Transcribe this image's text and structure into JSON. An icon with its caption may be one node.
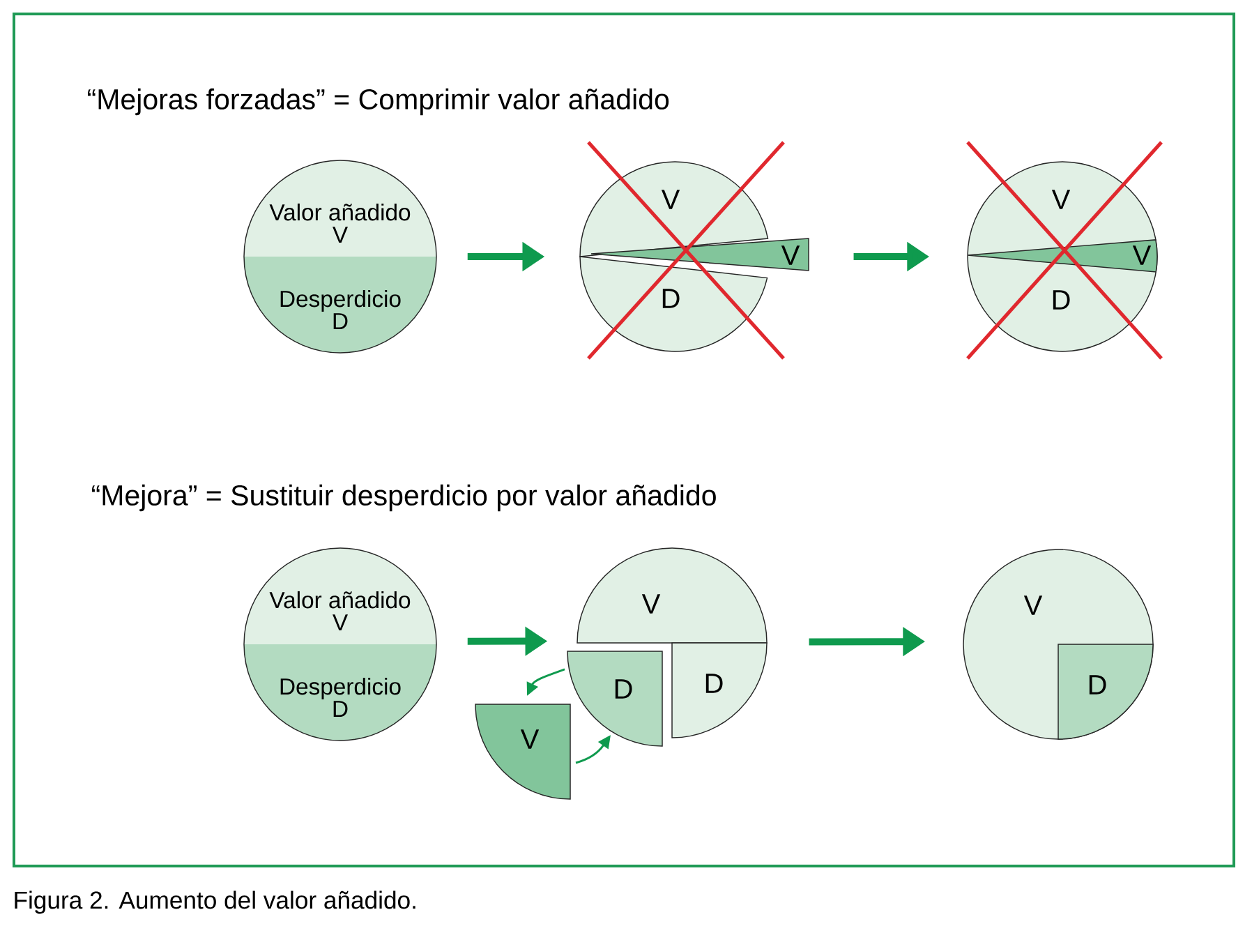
{
  "diagram": {
    "caption": "Figura 2. Aumento del valor añadido.",
    "nodes": [
      {
        "text": [
          "Valor añadido V",
          "Desperdicio D"
        ]
      },
      {
        "text": [
          "V",
          "V",
          "D"
        ]
      },
      {
        "text": [
          "V",
          "V",
          "D"
        ]
      },
      {
        "text": [
          "Valor añadido V",
          "Desperdicio D"
        ]
      },
      {
        "text": [
          "V"
        ]
      },
      {
        "text": [
          "D"
        ]
      },
      {
        "text": [
          "D"
        ]
      },
      {
        "text": [
          "V"
        ]
      },
      {
        "text": [
          "V",
          "D"
        ]
      }
    ],
    "edges": [
      {
        "from": 0,
        "to": 1,
        "arrow": "to"
      },
      {
        "from": 1,
        "to": 2,
        "arrow": "to"
      },
      {
        "from": 3,
        "to": 5,
        "arrow": "to"
      },
      {
        "from": 4,
        "to": 8,
        "arrow": "to"
      },
      {
        "from": 5,
        "to": 7,
        "arrow": "to"
      },
      {
        "from": 7,
        "to": 5,
        "arrow": "to"
      }
    ],
    "labels": [
      "“Mejoras forzadas” = Comprimir valor añadido",
      "“Mejora” = Sustituir desperdicio por valor añadido"
    ]
  }
}
